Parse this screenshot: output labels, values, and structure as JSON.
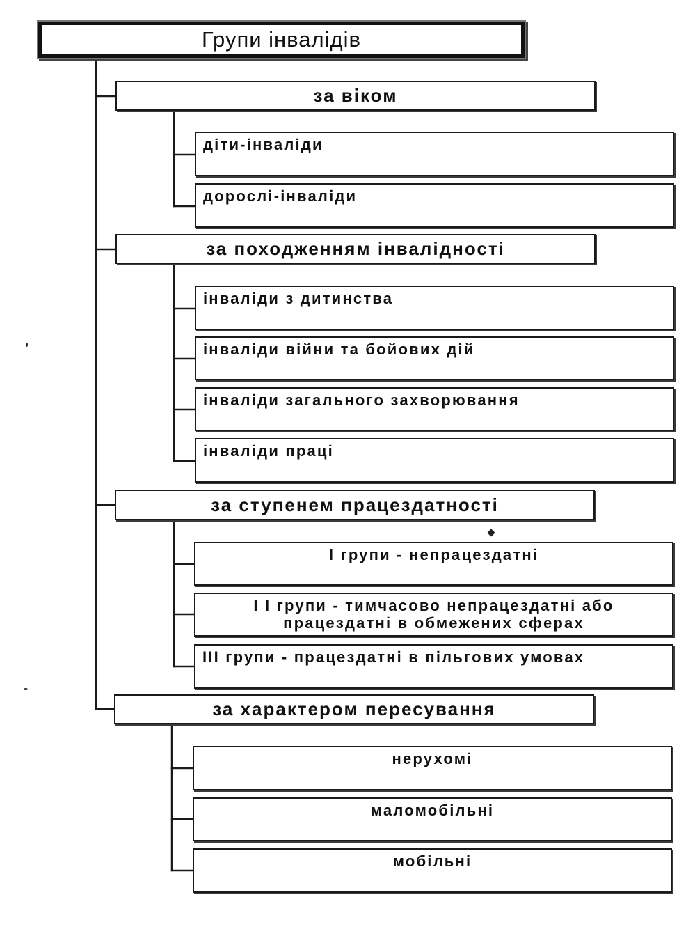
{
  "root": {
    "label": "Групи інвалідів"
  },
  "categories": [
    {
      "label": "за віком",
      "items": [
        {
          "label": "діти-інваліди",
          "align": "left"
        },
        {
          "label": "дорослі-інваліди",
          "align": "left"
        }
      ]
    },
    {
      "label": "за походженням інвалідності",
      "items": [
        {
          "label": "інваліди з дитинства",
          "align": "left"
        },
        {
          "label": "інваліди війни та бойових дій",
          "align": "left"
        },
        {
          "label": "інваліди загального захворювання",
          "align": "left"
        },
        {
          "label": "інваліди праці",
          "align": "left"
        }
      ]
    },
    {
      "label": "за ступенем працездатності",
      "items": [
        {
          "label": "І групи - непрацездатні",
          "align": "center"
        },
        {
          "label": "І І групи - тимчасово непрацездатні або\nпрацездатні в обмежених сферах",
          "align": "center"
        },
        {
          "label": "ІІІ групи - працездатні в пільгових умовах",
          "align": "left"
        }
      ]
    },
    {
      "label": "за характером пересування",
      "items": [
        {
          "label": "нерухомі",
          "align": "center"
        },
        {
          "label": "маломобільні",
          "align": "center"
        },
        {
          "label": "мобільні",
          "align": "center"
        }
      ]
    }
  ]
}
